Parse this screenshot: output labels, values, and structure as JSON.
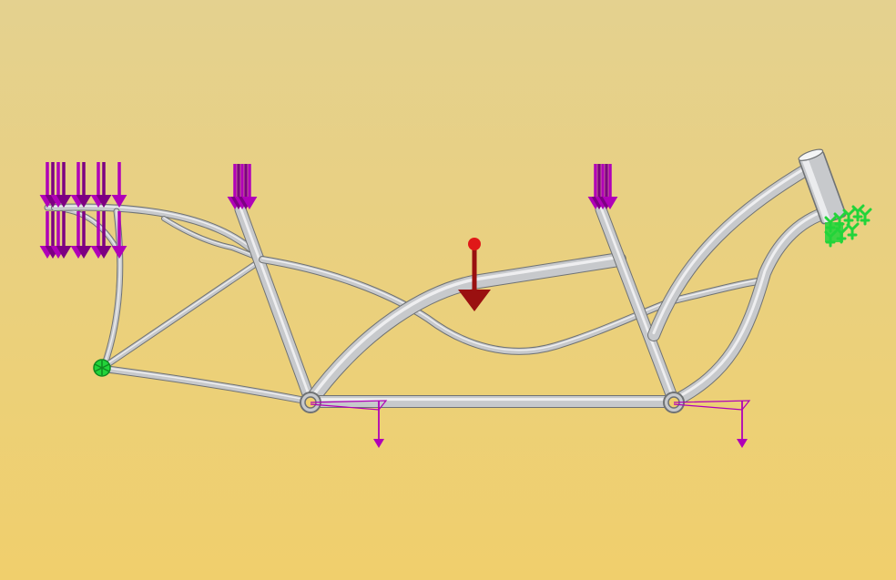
{
  "viewport": {
    "background_top": "#e4d18f",
    "background_bottom": "#f0cf6c"
  },
  "colors": {
    "tube_edge": "#6f7274",
    "tube_body": "#c7c9cc",
    "tube_highlight": "#f4f5f6",
    "load_arrow": "#b000b8",
    "load_arrow_dark": "#7d0082",
    "gravity_arrow": "#9a1010",
    "gravity_ball": "#e01818",
    "fixture": "#22d43a",
    "fixture_dark": "#108a20"
  },
  "frame": {
    "description_label": "",
    "members": [
      "top-tube",
      "down-tube",
      "seat-tube-rear",
      "seat-tube-front",
      "bottom-bridge",
      "chain-stay",
      "seat-stay",
      "head-tube",
      "curved-stay-upper",
      "curved-stay-lower"
    ]
  },
  "loads": {
    "distributed_groups": [
      "rear-rack-load",
      "rear-seat-load",
      "front-seat-load"
    ],
    "point_loads": [
      "rear-bb-load",
      "front-bb-load"
    ],
    "gravity": "gravity-load"
  },
  "constraints": [
    "rear-dropout-fixture",
    "head-tube-fixture"
  ]
}
